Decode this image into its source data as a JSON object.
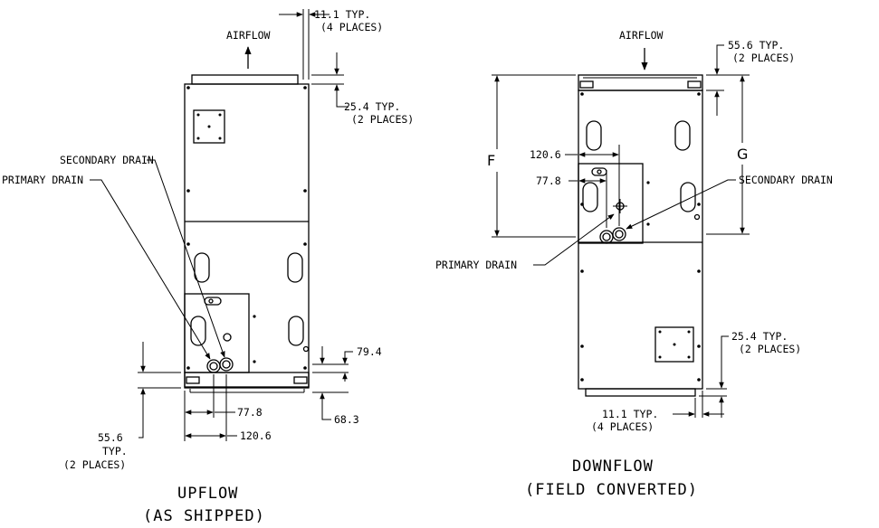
{
  "upflow": {
    "title": "UPFLOW",
    "subtitle": "(AS SHIPPED)",
    "airflow": "AIRFLOW",
    "dim_top_1": "11.1 TYP.",
    "dim_top_2": "(4 PLACES)",
    "dim_side_1": "25.4 TYP.",
    "dim_side_2": "(2 PLACES)",
    "secondary_drain": "SECONDARY DRAIN",
    "primary_drain": "PRIMARY DRAIN",
    "dim_794": "79.4",
    "dim_683": "68.3",
    "dim_778": "77.8",
    "dim_1206": "120.6",
    "dim_556_1": "55.6",
    "dim_556_2": "TYP.",
    "dim_556_3": "(2 PLACES)"
  },
  "downflow": {
    "title": "DOWNFLOW",
    "subtitle": "(FIELD CONVERTED)",
    "airflow": "AIRFLOW",
    "dim_top_1": "55.6 TYP.",
    "dim_top_2": "(2 PLACES)",
    "dim_f": "F",
    "dim_g": "G",
    "dim_1206": "120.6",
    "dim_778": "77.8",
    "secondary_drain": "SECONDARY DRAIN",
    "primary_drain": "PRIMARY DRAIN",
    "dim_side_1": "25.4 TYP.",
    "dim_side_2": "(2 PLACES)",
    "dim_bot_1": "11.1 TYP.",
    "dim_bot_2": "(4 PLACES)"
  }
}
